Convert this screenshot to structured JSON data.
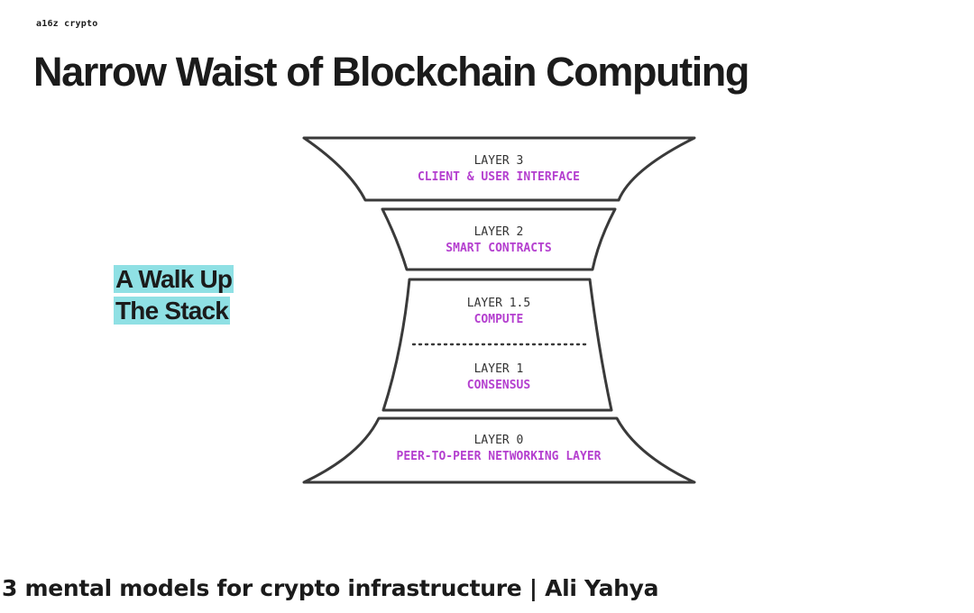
{
  "slide": {
    "brand": "a16z crypto",
    "title": "Narrow Waist of Blockchain Computing",
    "side_label_line1": "A Walk Up",
    "side_label_line2": "The Stack",
    "highlight_color": "#8fe0e4",
    "accent_color": "#b43fcf"
  },
  "layers": [
    {
      "number": "LAYER 3",
      "name": "CLIENT & USER INTERFACE"
    },
    {
      "number": "LAYER 2",
      "name": "SMART CONTRACTS"
    },
    {
      "number": "LAYER 1.5",
      "name": "COMPUTE"
    },
    {
      "number": "LAYER 1",
      "name": "CONSENSUS"
    },
    {
      "number": "LAYER 0",
      "name": "PEER-TO-PEER NETWORKING LAYER"
    }
  ],
  "caption": "3 mental models for crypto infrastructure | Ali Yahya"
}
